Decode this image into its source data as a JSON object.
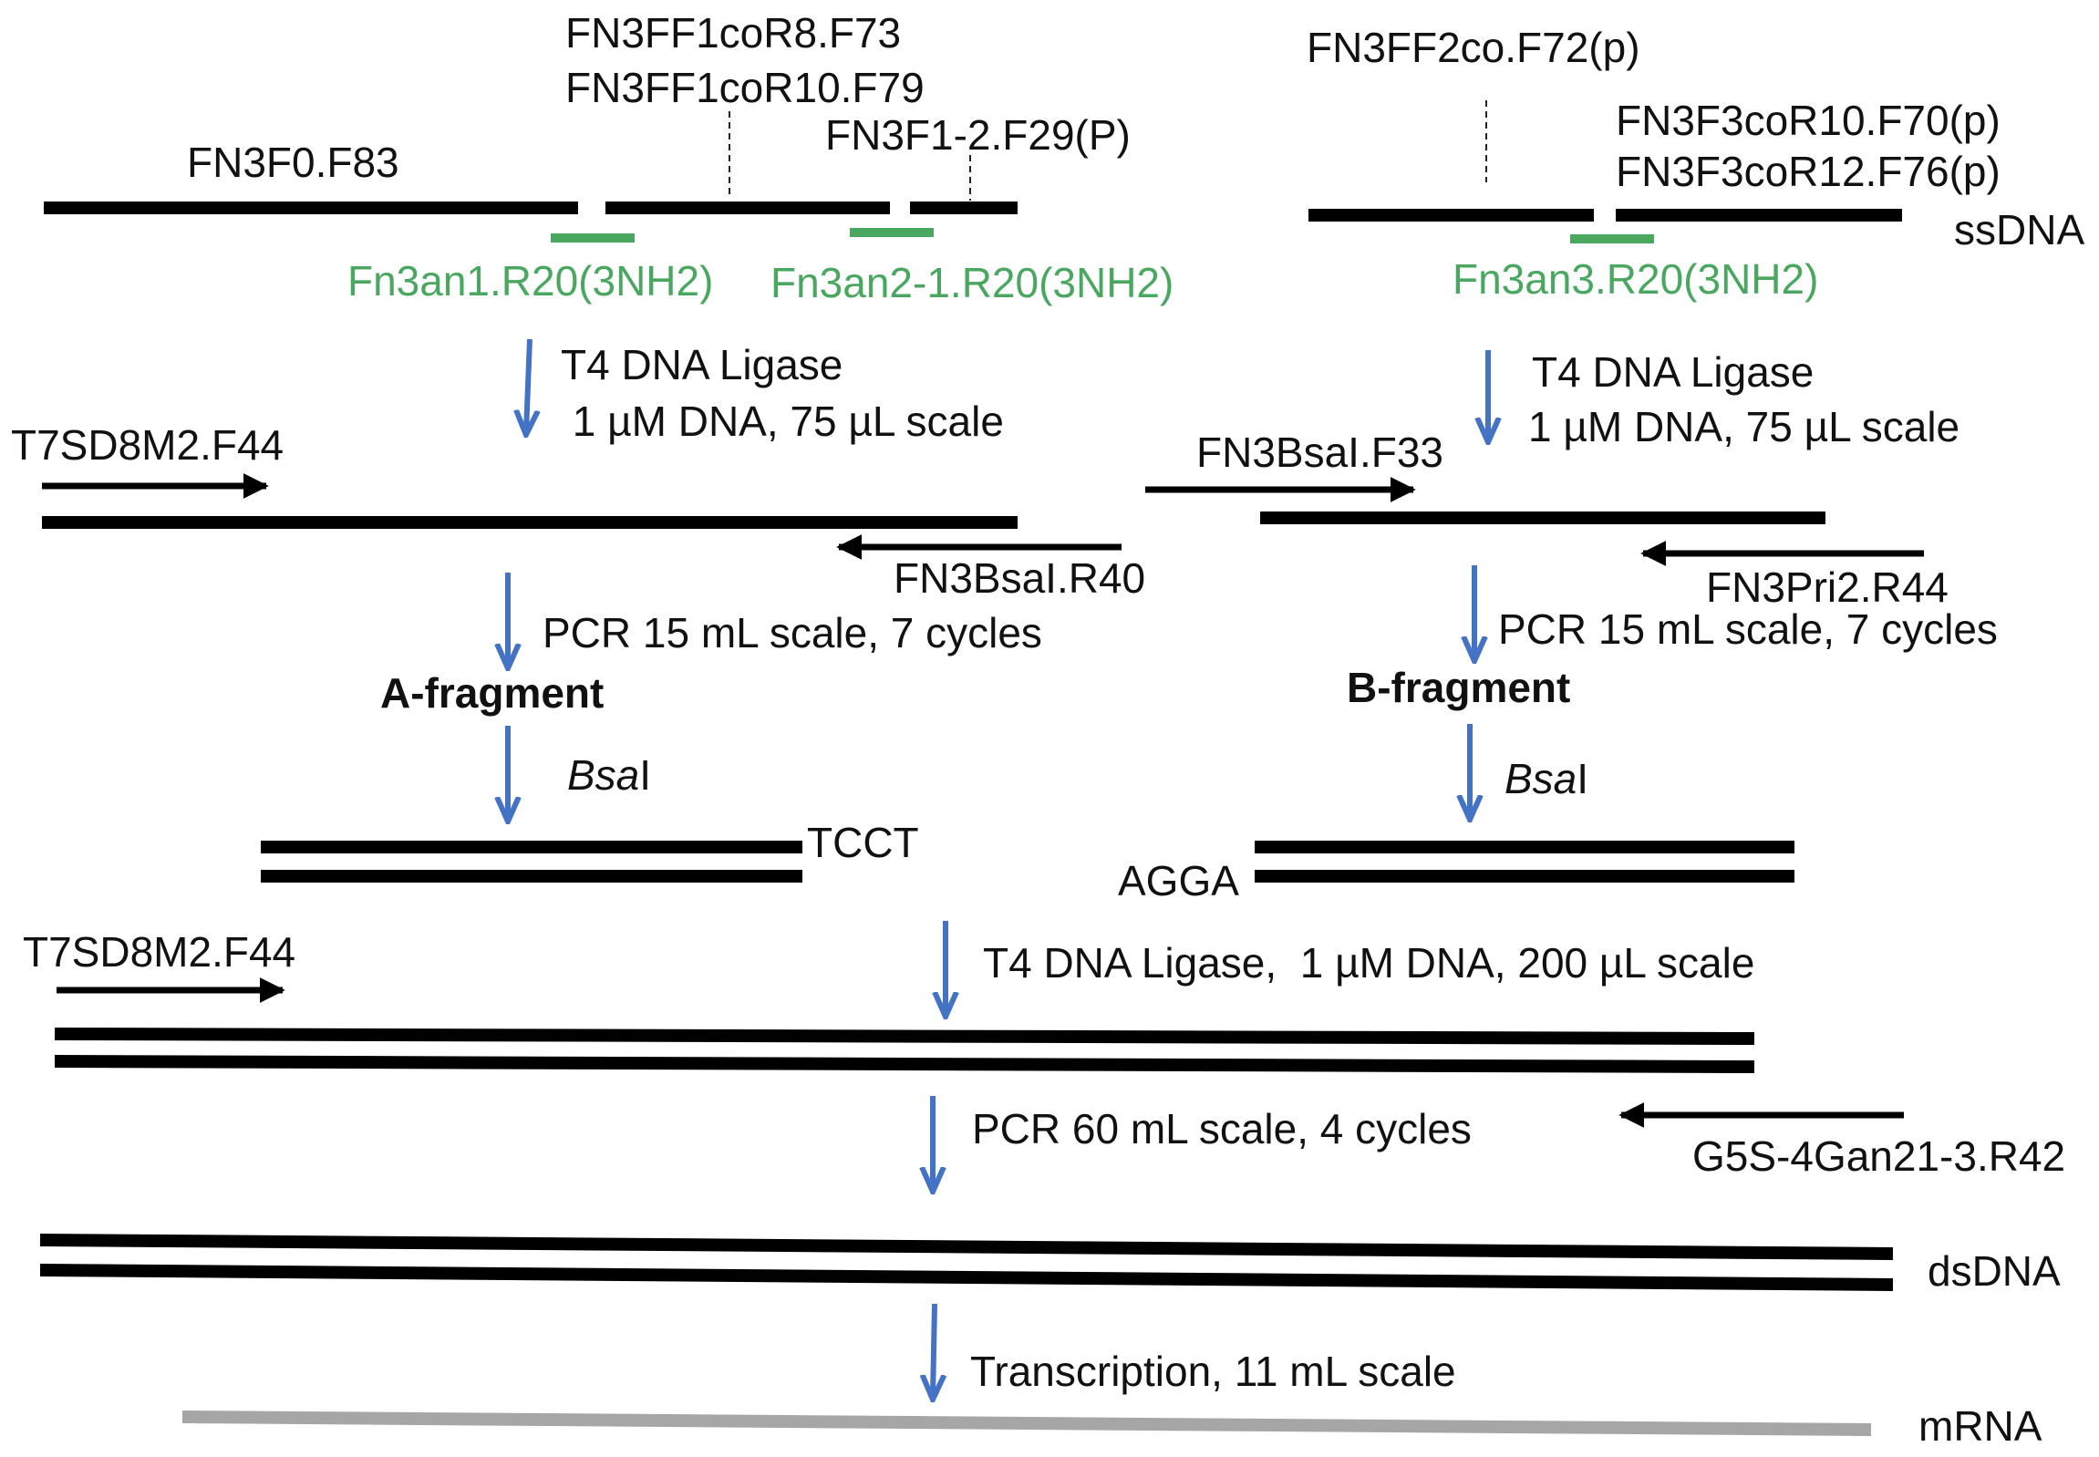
{
  "top_left": {
    "oligo_main": "FN3F0.F83",
    "oligo_cor8": "FN3FF1coR8.F73",
    "oligo_cor10": "FN3FF1coR10.F79",
    "oligo_f29": "FN3F1-2.F29(P)",
    "splint_1": "Fn3an1.R20(3NH2)",
    "splint_2": "Fn3an2-1.R20(3NH2)"
  },
  "top_right": {
    "oligo_ff2": "FN3FF2co.F72(p)",
    "oligo_cor10": "FN3F3coR10.F70(p)",
    "oligo_cor12": "FN3F3coR12.F76(p)",
    "splint_3": "Fn3an3.R20(3NH2)",
    "ssdna_label": "ssDNA"
  },
  "ligation_a": {
    "line1": "T4 DNA Ligase",
    "line2": " 1 µM DNA, 75 µL scale"
  },
  "ligation_b": {
    "line1": "T4 DNA Ligase",
    "line2": "1 µM DNA, 75 µL scale"
  },
  "pcr_a": {
    "forward_primer": "T7SD8M2.F44",
    "reverse_primer": "FN3BsaI.R40",
    "conditions": "PCR 15 mL scale, 7 cycles",
    "product": "A-fragment"
  },
  "pcr_b": {
    "forward_primer": "FN3BsaI.F33",
    "reverse_primer": "FN3Pri2.R44",
    "conditions": "PCR 15 mL scale, 7 cycles",
    "product": "B-fragment"
  },
  "digest": {
    "enzyme_italic": "Bsa",
    "enzyme_suffix": "I",
    "overhang_a": "TCCT",
    "overhang_b": "AGGA"
  },
  "final_ligation": {
    "forward_primer": "T7SD8M2.F44",
    "conditions": "T4 DNA Ligase,  1 µM DNA, 200 µL scale"
  },
  "final_pcr": {
    "conditions": "PCR 60 mL scale, 4 cycles",
    "reverse_primer": "G5S-4Gan21-3.R42",
    "dsdna_label": "dsDNA"
  },
  "transcription": {
    "conditions": "Transcription, 11 mL scale",
    "mrna_label": "mRNA"
  },
  "colors": {
    "strand": "#000000",
    "splint": "#4aa760",
    "step_arrow": "#4472c4",
    "mrna": "#a6a6a6"
  }
}
